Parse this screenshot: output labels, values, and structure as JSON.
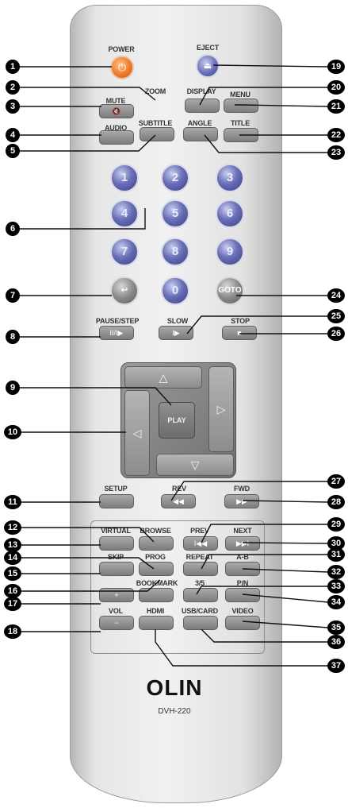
{
  "brand": "OLIN",
  "model": "DVH-220",
  "colors": {
    "power": "#f07a2a",
    "number_keys": "#5b61ad",
    "body": "#e6e6e7",
    "callout": "#000000"
  },
  "labels": {
    "power": "POWER",
    "eject": "EJECT",
    "zoom": "ZOOM",
    "display": "DISPLAY",
    "mute": "MUTE",
    "menu": "MENU",
    "audio": "AUDIO",
    "subtitle": "SUBTITLE",
    "angle": "ANGLE",
    "title": "TITLE",
    "pause_step": "PAUSE/STEP",
    "slow": "SLOW",
    "stop": "STOP",
    "play": "PLAY",
    "setup": "SETUP",
    "rev": "REV",
    "fwd": "FWD",
    "virtual": "VIRTUAL",
    "browse": "BROWSE",
    "prev": "PREV",
    "next": "NEXT",
    "skip": "SKIP",
    "prog": "PROG",
    "repeat": "REPEAT",
    "a_b": "A-B",
    "bookmark": "BOOKMARK",
    "mode_3_5": "3/5",
    "pn": "P/N",
    "vol": "VOL",
    "hdmi": "HDMI",
    "usb_card": "USB/CARD",
    "video": "VIDEO"
  },
  "key_glyphs": {
    "mute": "🔇",
    "pause_step": "II/I▶",
    "slow": "I▶",
    "stop": "■",
    "rev": "◀◀",
    "fwd": "▶▶",
    "prev": "I◀◀",
    "next": "▶▶I",
    "vol_up": "+",
    "vol_down": "−",
    "return": "↩",
    "goto": "GOTO"
  },
  "number_keys": [
    "1",
    "2",
    "3",
    "4",
    "5",
    "6",
    "7",
    "8",
    "9",
    "0"
  ],
  "callouts_left": [
    "1",
    "2",
    "3",
    "4",
    "5",
    "6",
    "7",
    "8",
    "9",
    "10",
    "11",
    "12",
    "13",
    "14",
    "15",
    "16",
    "17",
    "18"
  ],
  "callouts_right": [
    "19",
    "20",
    "21",
    "22",
    "23",
    "24",
    "25",
    "26",
    "27",
    "28",
    "29",
    "30",
    "31",
    "32",
    "33",
    "34",
    "35",
    "36",
    "37"
  ]
}
